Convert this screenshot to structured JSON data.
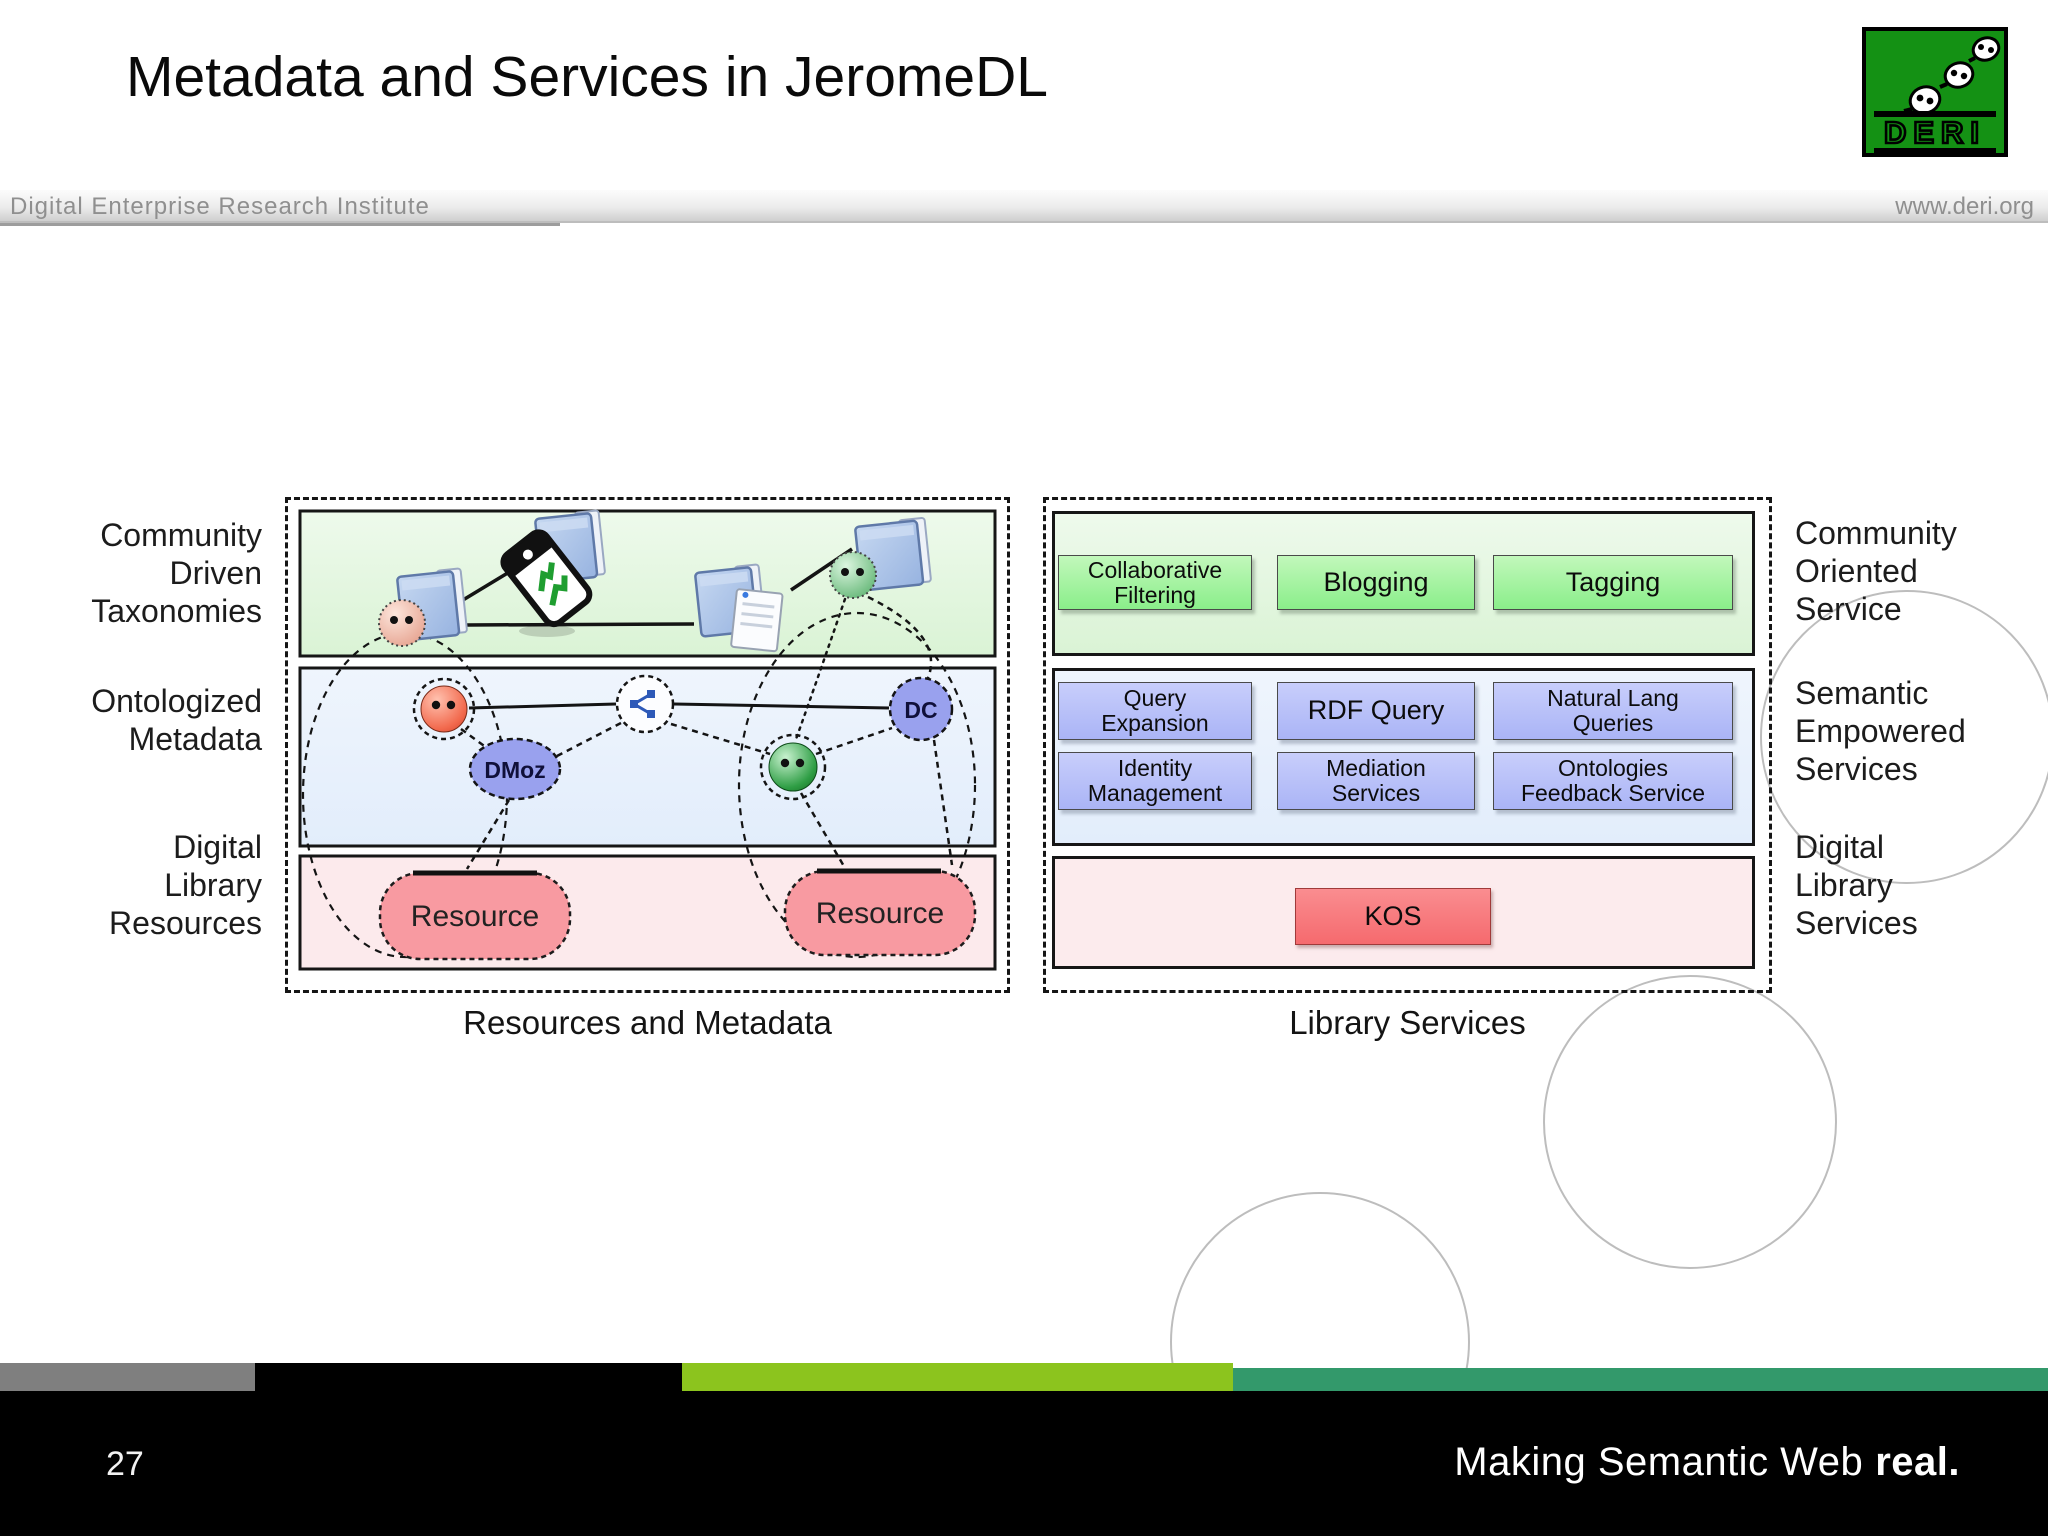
{
  "slide": {
    "title": "Metadata and Services in JeromeDL",
    "page_number": "27"
  },
  "header": {
    "institute": "Digital Enterprise Research Institute",
    "url": "www.deri.org"
  },
  "logo": {
    "text": "DERI"
  },
  "footer": {
    "tagline_regular": "Making Semantic Web",
    "tagline_bold": "real."
  },
  "diagram": {
    "left_panel": {
      "caption": "Resources and Metadata",
      "row_labels": [
        "Community\nDriven\nTaxonomies",
        "Ontologized\nMetadata",
        "Digital\nLibrary\nResources"
      ],
      "nodes": {
        "dmoz": "DMoz",
        "dc": "DC",
        "resource1": "Resource",
        "resource2": "Resource"
      }
    },
    "right_panel": {
      "caption": "Library Services",
      "row_labels": [
        "Community\nOriented\nService",
        "Semantic\nEmpowered\nServices",
        "Digital\nLibrary\nServices"
      ],
      "community_services": [
        "Collaborative\nFiltering",
        "Blogging",
        "Tagging"
      ],
      "semantic_services": [
        "Query\nExpansion",
        "RDF Query",
        "Natural Lang\nQueries",
        "Identity\nManagement",
        "Mediation\nServices",
        "Ontologies\nFeedback Service"
      ],
      "kos": "KOS"
    }
  },
  "colors": {
    "logo_green": "#149114",
    "layer_green": "#e3f6df",
    "layer_blue": "#e9f1fb",
    "layer_pink": "#fceaec",
    "button_green": "#8aee8a",
    "button_blue": "#aab4f6",
    "kos_red": "#f56a6e",
    "resource_pink": "#f89aa1",
    "node_periwinkle": "#99a1ee",
    "footer_gray": "#7f7f7f",
    "footer_lime": "#8cc41e",
    "footer_teal": "#33996b"
  }
}
